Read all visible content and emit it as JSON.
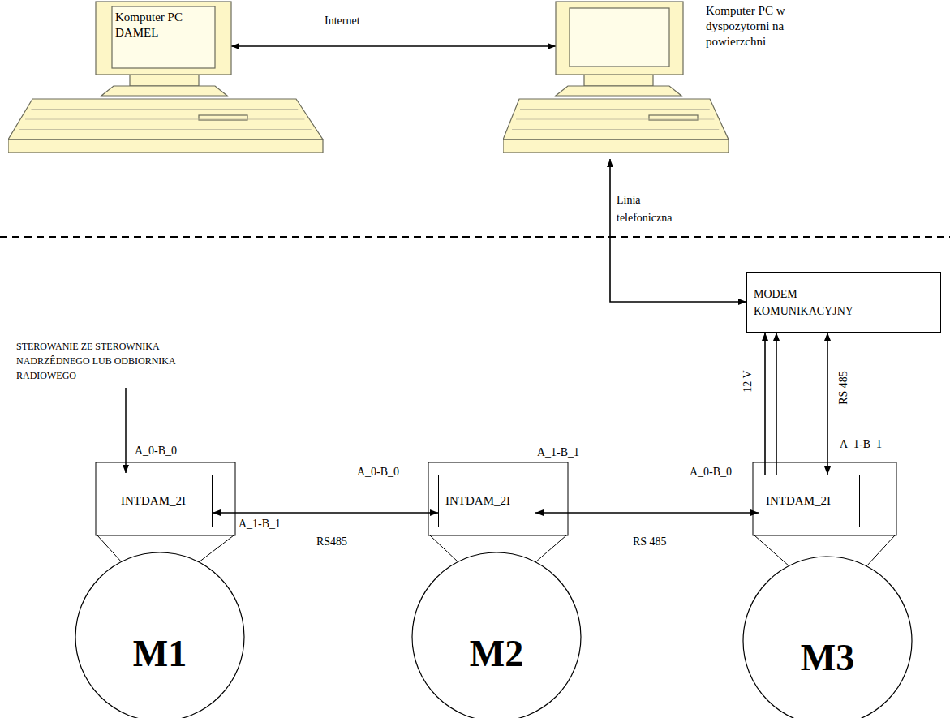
{
  "diagram": {
    "nodes": [
      {
        "text": [
          "Komputer PC DAMEL"
        ]
      },
      {
        "text": [
          "Komputer PC w dyspozytorni na powierzchni"
        ]
      },
      {
        "text": [
          "MODEM KOMUNIKACYJNY"
        ]
      },
      {
        "text": [
          "INTDAM_2I"
        ]
      },
      {
        "text": [
          "M1"
        ]
      },
      {
        "text": [
          "INTDAM_2I"
        ]
      },
      {
        "text": [
          "M2"
        ]
      },
      {
        "text": [
          "INTDAM_2I"
        ]
      },
      {
        "text": [
          "M3"
        ]
      }
    ],
    "edges": [
      {
        "from": 0,
        "to": 1,
        "arrow": "both",
        "label": "Internet"
      },
      {
        "from": 1,
        "to": 2,
        "arrow": "both",
        "label": "Linia telefoniczna"
      },
      {
        "from": 3,
        "to": 5,
        "arrow": "both",
        "label": "RS485"
      },
      {
        "from": 5,
        "to": 7,
        "arrow": "both",
        "label": "RS 485"
      },
      {
        "from": 7,
        "to": 2,
        "arrow": "to",
        "label": "12 V"
      },
      {
        "from": 7,
        "to": 2,
        "arrow": "to"
      },
      {
        "from": 7,
        "to": 2,
        "arrow": "both",
        "label": "RS 485"
      }
    ],
    "labels": [
      "STEROWANIE ZE STEROWNIKA NADRZÊDNEGO LUB ODBIORNIKA RADIOWEGO",
      "A_0-B_0",
      "A_1-B_1",
      "A_0-B_0",
      "A_1-B_1",
      "A_0-B_0",
      "A_1-B_1"
    ]
  }
}
